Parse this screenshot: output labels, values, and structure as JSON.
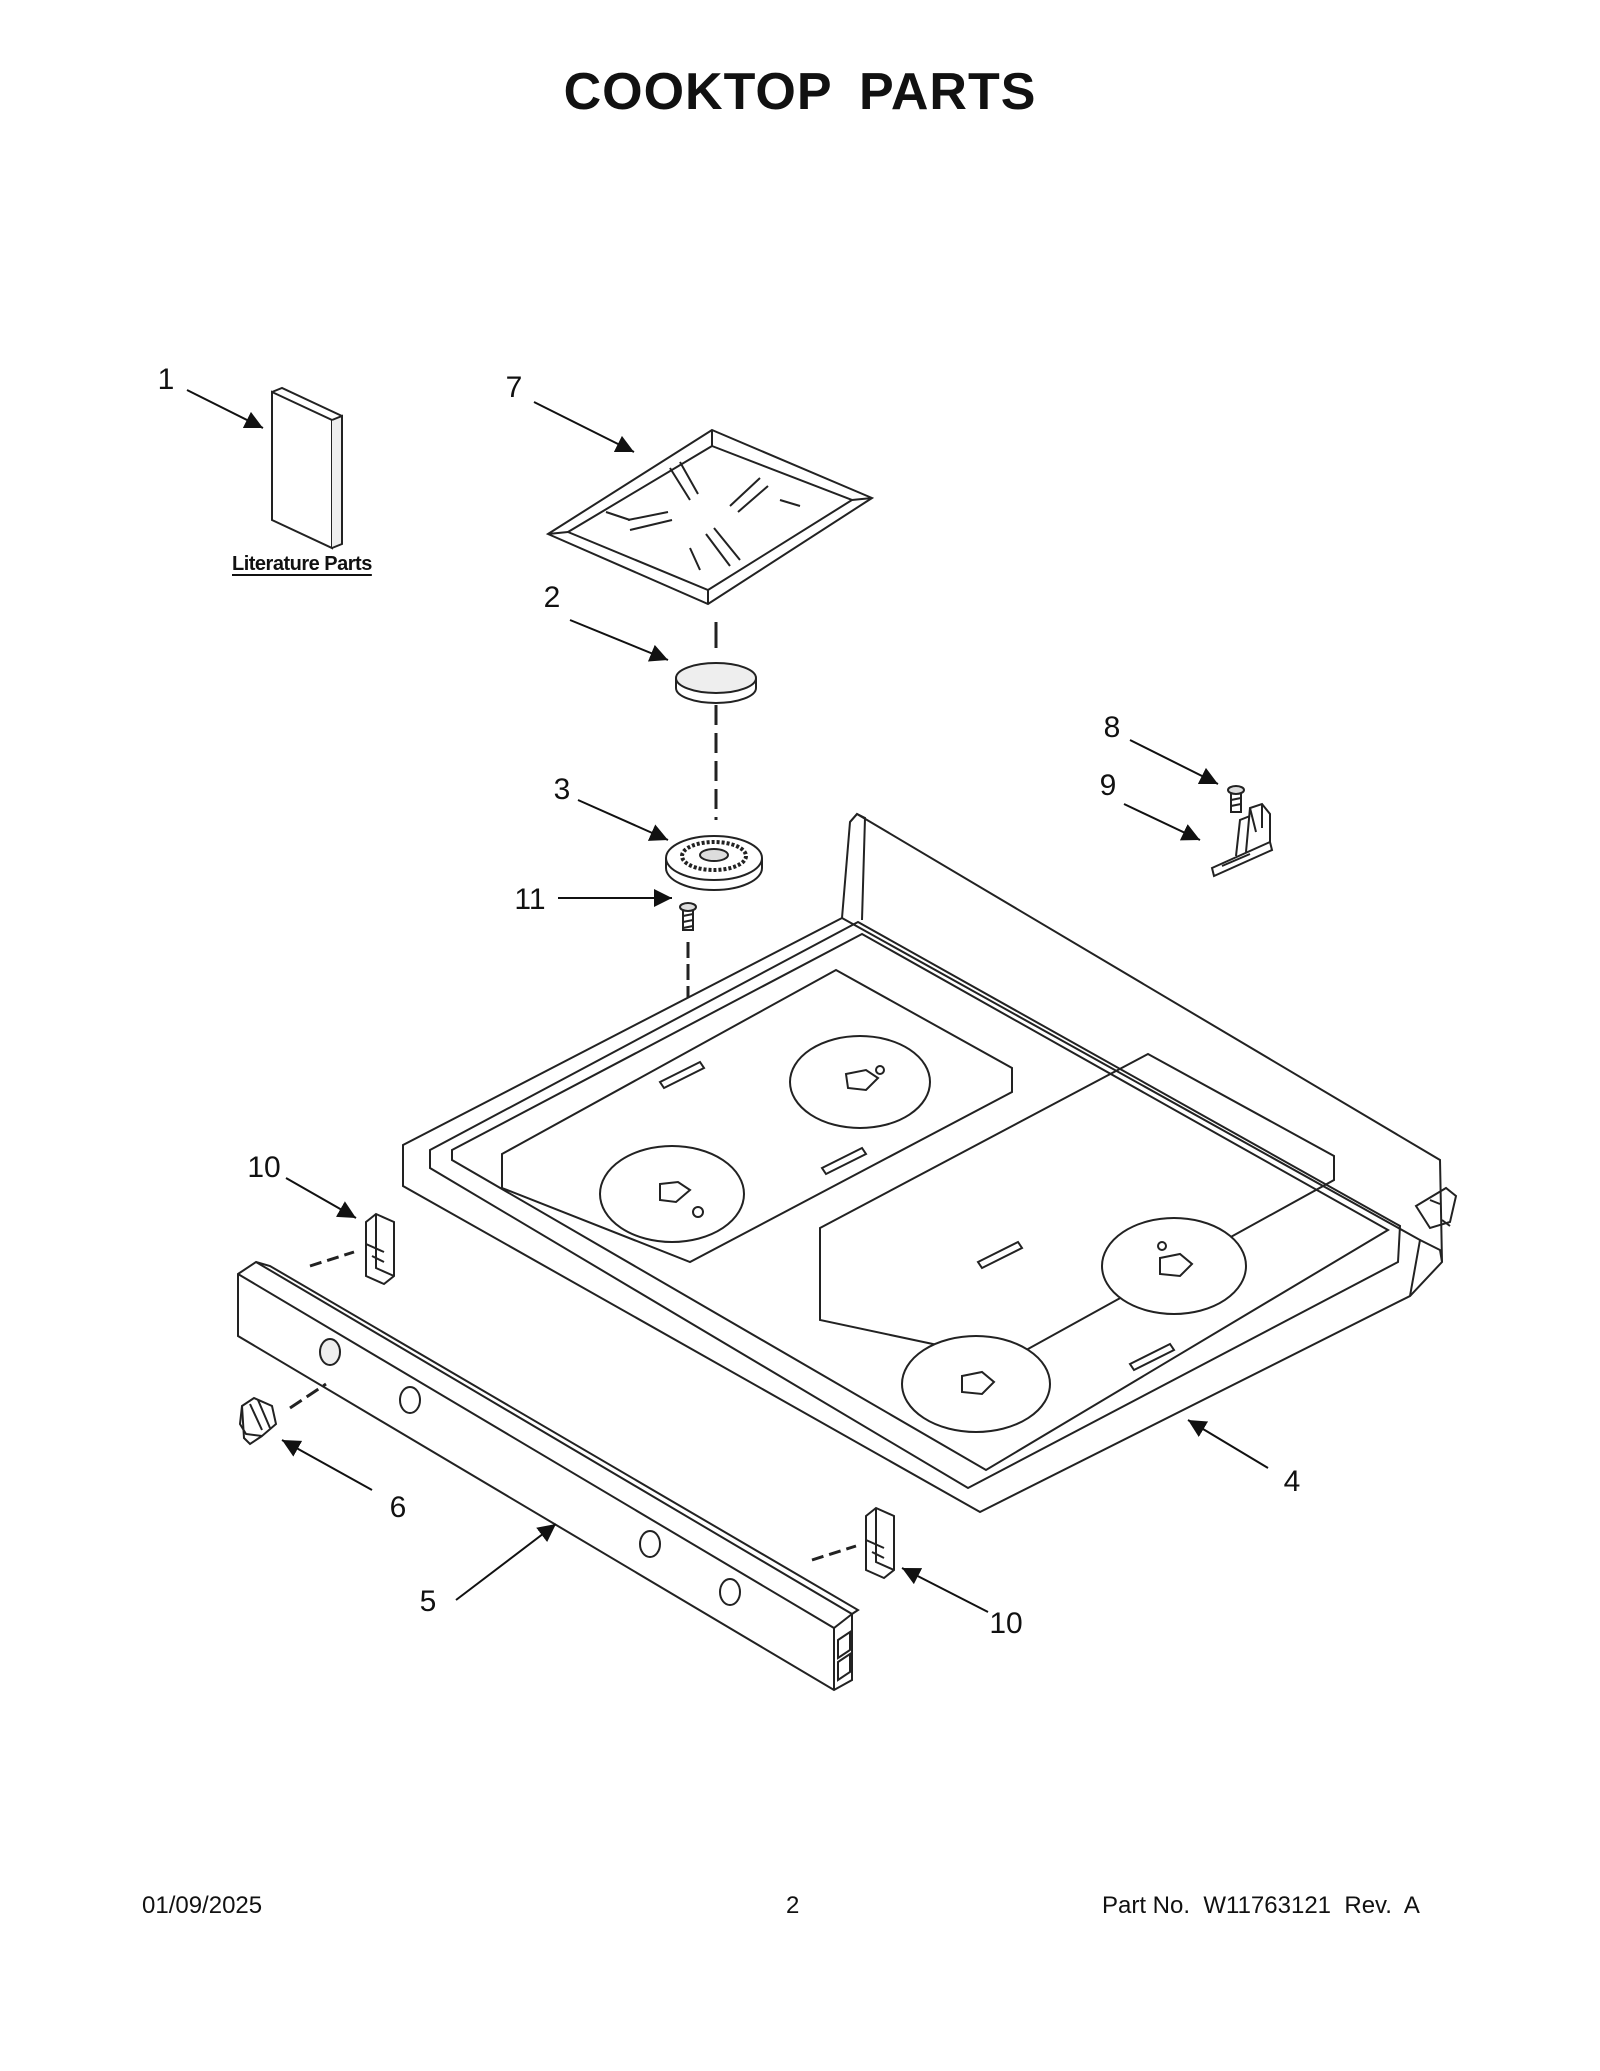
{
  "title": "COOKTOP  PARTS",
  "literature_label": "Literature Parts",
  "callouts": [
    {
      "id": "1",
      "label": "1"
    },
    {
      "id": "7",
      "label": "7"
    },
    {
      "id": "2",
      "label": "2"
    },
    {
      "id": "3",
      "label": "3"
    },
    {
      "id": "11",
      "label": "11"
    },
    {
      "id": "8",
      "label": "8"
    },
    {
      "id": "9",
      "label": "9"
    },
    {
      "id": "10a",
      "label": "10"
    },
    {
      "id": "6",
      "label": "6"
    },
    {
      "id": "5",
      "label": "5"
    },
    {
      "id": "10b",
      "label": "10"
    },
    {
      "id": "4",
      "label": "4"
    }
  ],
  "footer": {
    "date": "01/09/2025",
    "page": "2",
    "part": "Part No.  W11763121  Rev.  A"
  }
}
